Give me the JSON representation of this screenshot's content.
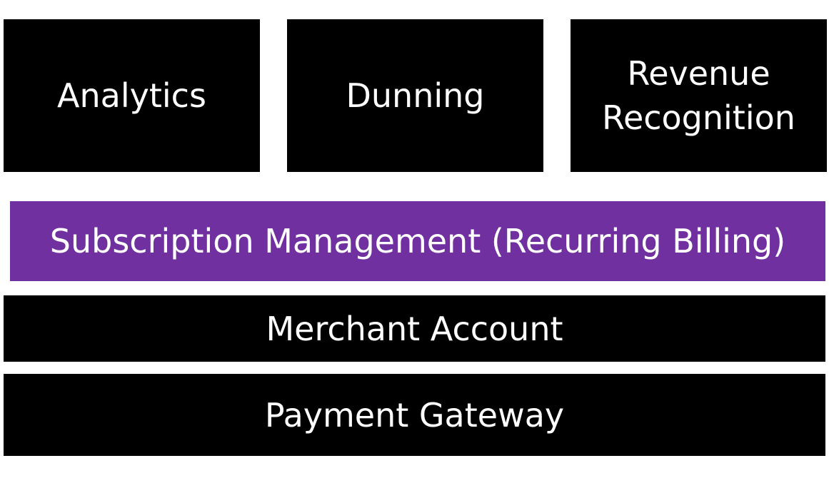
{
  "colors": {
    "module_bg": "#000000",
    "subscription_bg": "#7030a0",
    "text": "#ffffff",
    "page_bg": "#ffffff"
  },
  "top_row": [
    {
      "label": "Analytics"
    },
    {
      "label": "Dunning"
    },
    {
      "label": "Revenue\nRecognition"
    }
  ],
  "subscription_layer": {
    "label": "Subscription Management (Recurring Billing)"
  },
  "merchant_layer": {
    "label": "Merchant Account"
  },
  "gateway_layer": {
    "label": "Payment Gateway"
  }
}
